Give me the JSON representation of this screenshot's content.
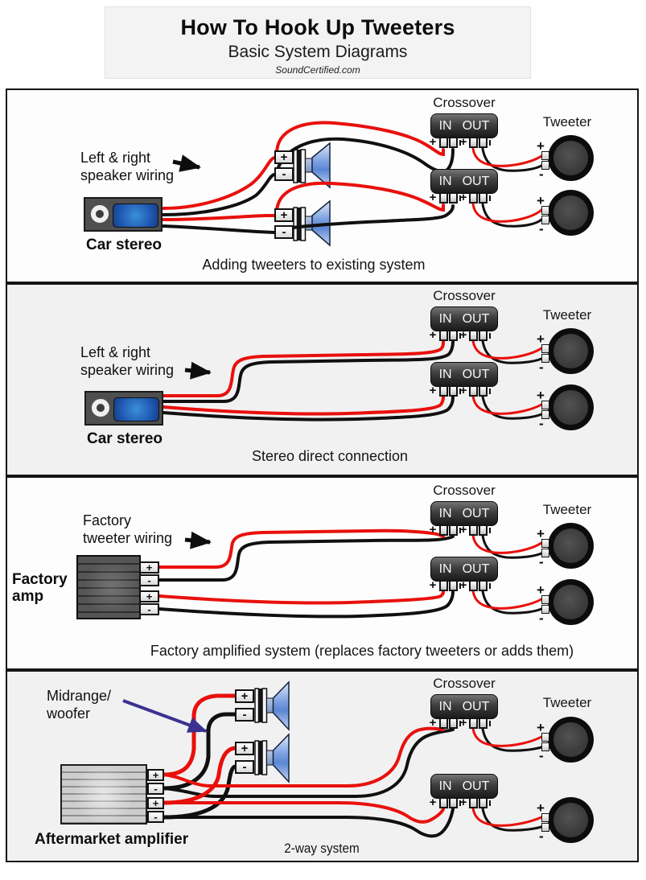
{
  "header": {
    "title": "How To Hook Up Tweeters",
    "subtitle": "Basic System Diagrams",
    "site": "SoundCertified.com"
  },
  "common": {
    "crossover_label": "Crossover",
    "tweeter_label": "Tweeter",
    "in_label": "IN",
    "out_label": "OUT",
    "plus": "+",
    "minus": "-"
  },
  "panel1": {
    "wiring_label_line1": "Left & right",
    "wiring_label_line2": "speaker wiring",
    "source_label": "Car stereo",
    "caption": "Adding tweeters to existing system"
  },
  "panel2": {
    "wiring_label_line1": "Left & right",
    "wiring_label_line2": "speaker wiring",
    "source_label": "Car stereo",
    "caption": "Stereo direct connection"
  },
  "panel3": {
    "wiring_label_line1": "Factory",
    "wiring_label_line2": "tweeter wiring",
    "source_label_line1": "Factory",
    "source_label_line2": "amp",
    "caption": "Factory amplified system (replaces factory tweeters or adds them)"
  },
  "panel4": {
    "pointer_label_line1": "Midrange/",
    "pointer_label_line2": "woofer",
    "source_label": "Aftermarket amplifier",
    "caption": "2-way system"
  },
  "colors": {
    "wire_positive": "#e8100c",
    "wire_negative": "#101010",
    "pointer_arrow": "#3b3191",
    "panel_alt_background": "#f1f1f2",
    "crossover_body": "#2e2e2e",
    "speaker_cone_blue": "#7ea2e2"
  }
}
